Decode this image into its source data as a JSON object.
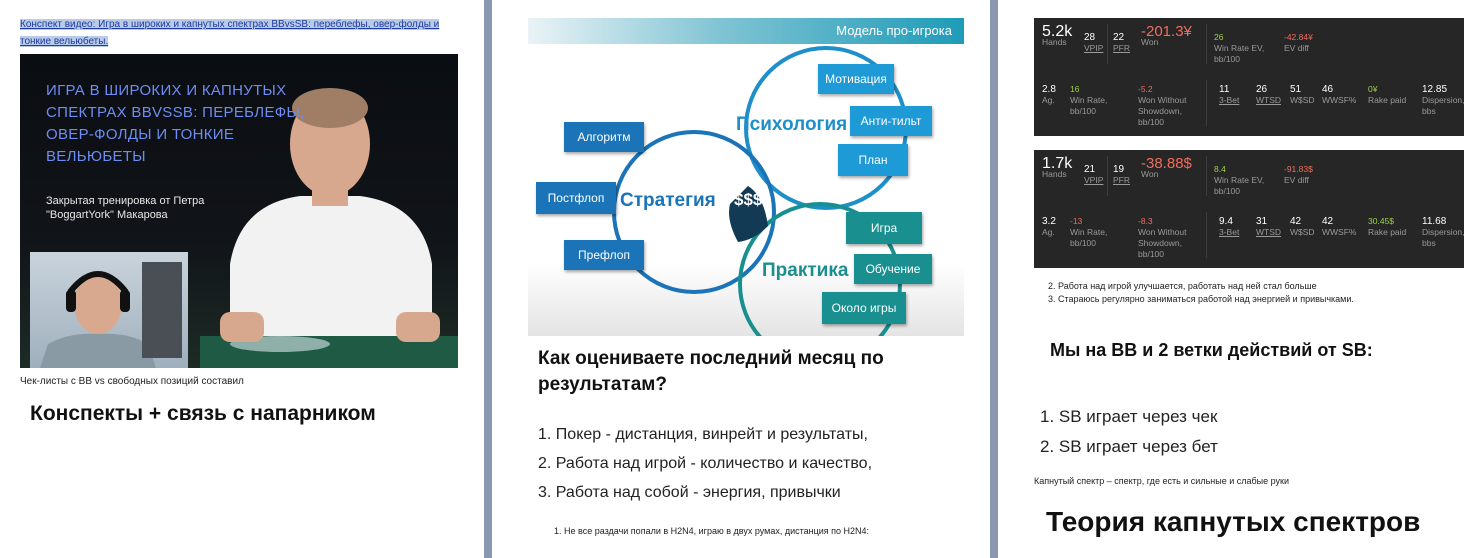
{
  "page1": {
    "link_text": "Конспект видео: Игра в широких и капнутых спектрах BBvsSB: переблефы, овер-фолды и тонкие вельюбеты.",
    "video_title": "ИГРА В ШИРОКИХ И КАПНУТЫХ СПЕКТРАХ BBvsSB: ПЕРЕБЛЕФЫ, ОВЕР-ФОЛДЫ И ТОНКИЕ ВЕЛЬЮБЕТЫ",
    "video_subtitle": "Закрытая тренировка от Петра \"BoggartYork\" Макарова",
    "caption": "Чек-листы с BB vs свободных позиций составил",
    "heading": "Конспекты + связь с напарником"
  },
  "page2": {
    "slide_header": "Модель про-игрока",
    "circles": {
      "psychology": "Психология",
      "strategy": "Стратегия",
      "practice": "Практика",
      "center": "$$$"
    },
    "boxes": {
      "motivation": "Мотивация",
      "anti_tilt": "Анти-тильт",
      "plan": "План",
      "algorithm": "Алгоритм",
      "postflop": "Постфлоп",
      "preflop": "Префлоп",
      "game": "Игра",
      "training": "Обучение",
      "around_game": "Около игры"
    },
    "question": "Как оцениваете последний месяц по результатам?",
    "answers": [
      "1. Покер - дистанция, винрейт и результаты,",
      "2. Работа над игрой - количество и качество,",
      "3. Работа над собой - энергия, привычки"
    ],
    "footnote": "1.   Не все раздачи попали в H2N4, играю в двух румах, дистанция по H2N4:"
  },
  "page3": {
    "stats1": {
      "hands": "5.2k",
      "hands_lbl": "Hands",
      "vpip": "28",
      "vpip_lbl": "VPIP",
      "pfr": "22",
      "pfr_lbl": "PFR",
      "won": "-201.3¥",
      "won_lbl": "Won",
      "wr_ev": "26",
      "wr_ev_lbl": "Win Rate EV, bb/100",
      "ev_diff": "-42.84¥",
      "ev_diff_lbl": "EV diff",
      "ag": "2.8",
      "ag_lbl": "Ag.",
      "wr": "16",
      "wr_lbl": "Win Rate, bb/100",
      "wwsd": "-5.2",
      "wwsd_lbl": "Won Without Showdown, bb/100",
      "bet3": "11",
      "bet3_lbl": "3-Bet",
      "wtsd": "26",
      "wtsd_lbl": "WTSD",
      "wsd": "51",
      "wsd_lbl": "W$SD",
      "wwsf": "46",
      "wwsf_lbl": "WWSF%",
      "rake": "0¥",
      "rake_lbl": "Rake paid",
      "disp": "12.85",
      "disp_lbl": "Dispersion, bbs"
    },
    "stats2": {
      "hands": "1.7k",
      "hands_lbl": "Hands",
      "vpip": "21",
      "vpip_lbl": "VPIP",
      "pfr": "19",
      "pfr_lbl": "PFR",
      "won": "-38.88$",
      "won_lbl": "Won",
      "wr_ev": "8.4",
      "wr_ev_lbl": "Win Rate EV, bb/100",
      "ev_diff": "-91.83$",
      "ev_diff_lbl": "EV diff",
      "ag": "3.2",
      "ag_lbl": "Ag.",
      "wr": "-13",
      "wr_lbl": "Win Rate, bb/100",
      "wwsd": "-8.3",
      "wwsd_lbl": "Won Without Showdown, bb/100",
      "bet3": "9.4",
      "bet3_lbl": "3-Bet",
      "wtsd": "31",
      "wtsd_lbl": "WTSD",
      "wsd": "42",
      "wsd_lbl": "W$SD",
      "wwsf": "42",
      "wwsf_lbl": "WWSF%",
      "rake": "30.45$",
      "rake_lbl": "Rake paid",
      "disp": "11.68",
      "disp_lbl": "Dispersion, bbs"
    },
    "points": [
      "2.   Работа над игрой улучшается, работать над ней стал больше",
      "3.   Стараюсь регулярно заниматься работой над энергией и привычками."
    ],
    "heading_bb": "Мы на BB и 2 ветки действий от SB:",
    "sb_options": [
      "1. SB играет через чек",
      "2. SB играет через бет"
    ],
    "definition": "Капнутый спектр – спектр, где есть и сильные и слабые руки",
    "heading_theory": "Теория капнутых спектров"
  },
  "colors": {
    "gap": "#8a97b0",
    "stats_bg": "#262626",
    "negative": "#ee6d5c",
    "positive": "#9ad24a",
    "slide_blue": "#1b73b8",
    "slide_teal": "#1a8f90"
  }
}
